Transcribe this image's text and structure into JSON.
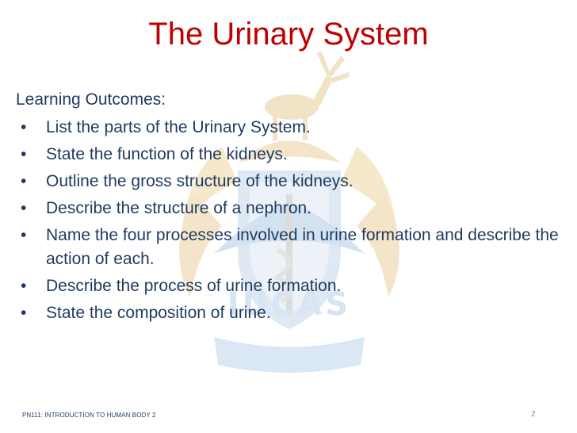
{
  "slide": {
    "title": "The Urinary System",
    "intro": "Learning Outcomes:",
    "bullets": [
      "List the parts of the Urinary System.",
      "State the function of the kidneys.",
      "Outline the gross structure of the kidneys.",
      "Describe the structure of a nephron.",
      "Name the four processes involved in urine formation and describe the action of each.",
      "Describe the process of urine formation.",
      "State the composition of urine."
    ],
    "bullet_symbol": "•",
    "footer": "PN111: INTRODUCTION TO HUMAN BODY 2",
    "page_number": "2",
    "watermark_text": "IUCAS"
  },
  "colors": {
    "title": "#c00000",
    "body_text": "#1f3a5f",
    "watermark_gold": "#f3e2c4",
    "watermark_blue": "#d5e4f2"
  },
  "icons": [
    "crest-watermark-icon"
  ]
}
